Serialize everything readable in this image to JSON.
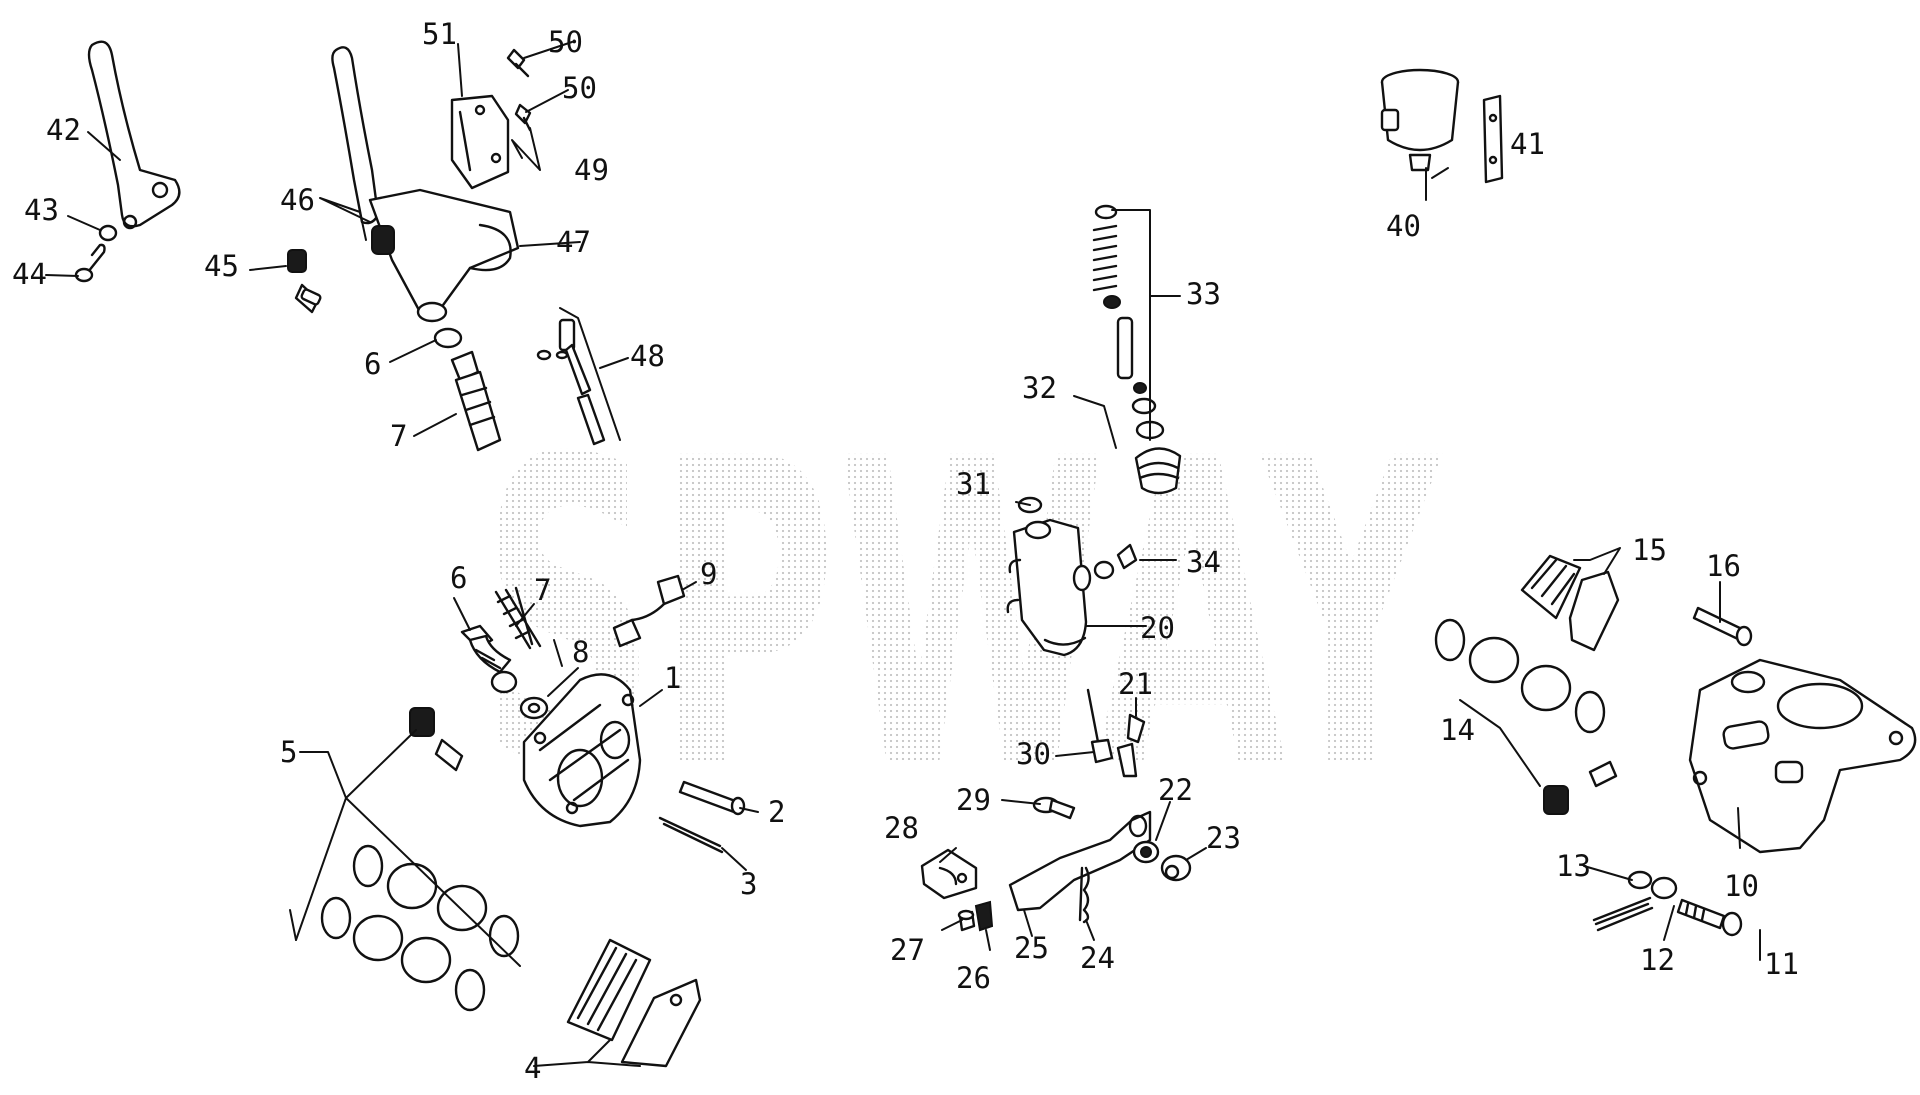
{
  "watermark": "SPWAY",
  "callouts": {
    "c1": "1",
    "c2": "2",
    "c3": "3",
    "c4": "4",
    "c5": "5",
    "c6a": "6",
    "c6b": "6",
    "c7a": "7",
    "c7b": "7",
    "c8": "8",
    "c9": "9",
    "c10": "10",
    "c11": "11",
    "c12": "12",
    "c13": "13",
    "c14": "14",
    "c15": "15",
    "c16": "16",
    "c20": "20",
    "c21": "21",
    "c22": "22",
    "c23": "23",
    "c24": "24",
    "c25": "25",
    "c26": "26",
    "c27": "27",
    "c28": "28",
    "c29": "29",
    "c30": "30",
    "c31": "31",
    "c32": "32",
    "c33": "33",
    "c34": "34",
    "c40": "40",
    "c41": "41",
    "c42": "42",
    "c43": "43",
    "c44": "44",
    "c45": "45",
    "c46": "46",
    "c47": "47",
    "c48": "48",
    "c49": "49",
    "c50a": "50",
    "c50b": "50",
    "c51": "51"
  }
}
